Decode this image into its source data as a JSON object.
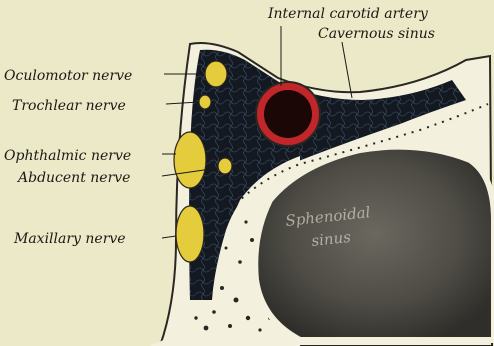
{
  "labels": {
    "internal_carotid_artery": "Internal carotid artery",
    "cavernous_sinus": "Cavernous sinus",
    "oculomotor_nerve": "Oculomotor nerve",
    "trochlear_nerve": "Trochlear nerve",
    "ophthalmic_nerve": "Ophthalmic nerve",
    "abducent_nerve": "Abducent nerve",
    "maxillary_nerve": "Maxillary nerve",
    "sphenoidal_sinus_line1": "Sphenoidal",
    "sphenoidal_sinus_line2": "sinus"
  },
  "colors": {
    "background": "#ece9c9",
    "sinus_dark": "#141820",
    "nerve_yellow": "#e4cc3c",
    "artery_ring": "#c0262a",
    "bone": "#f3f1de",
    "sphenoidal_sinus": "#4e4c45"
  }
}
